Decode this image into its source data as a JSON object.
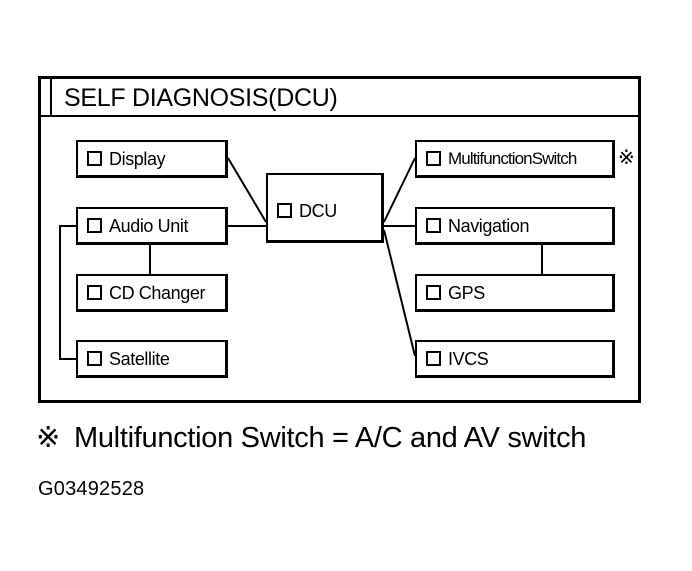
{
  "title": "SELF DIAGNOSIS(DCU)",
  "nodes": {
    "display": "Display",
    "audio_unit": "Audio Unit",
    "cd_changer": "CD Changer",
    "satellite": "Satellite",
    "dcu": "DCU",
    "multifunction_switch": "MultifunctionSwitch",
    "navigation": "Navigation",
    "gps": "GPS",
    "ivcs": "IVCS"
  },
  "reference_mark": "※",
  "footnote": {
    "mark": "※",
    "text": "Multifunction Switch = A/C and AV switch"
  },
  "figure_id": "G03492528"
}
